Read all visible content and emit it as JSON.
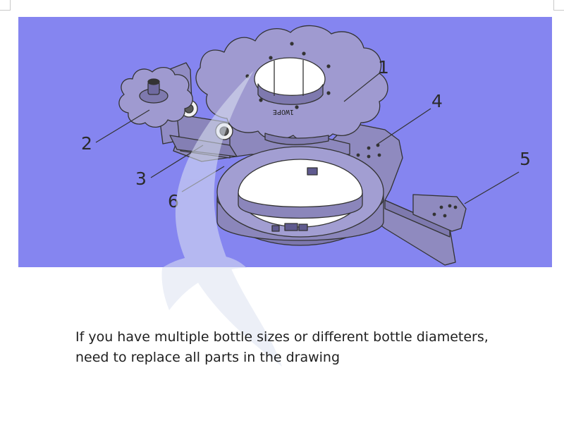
{
  "diagram": {
    "callouts": [
      {
        "id": "1",
        "label": "1"
      },
      {
        "id": "2",
        "label": "2"
      },
      {
        "id": "3",
        "label": "3"
      },
      {
        "id": "4",
        "label": "4"
      },
      {
        "id": "5",
        "label": "5"
      },
      {
        "id": "6",
        "label": "6"
      }
    ],
    "part_marking": "1WOPE",
    "colors": {
      "background": "#8585f0",
      "part_fill": "#9a95c9",
      "outline": "#333333"
    }
  },
  "caption": {
    "line1": "If you have multiple bottle sizes or different bottle diameters,",
    "line2": "need to replace all parts in the drawing"
  }
}
